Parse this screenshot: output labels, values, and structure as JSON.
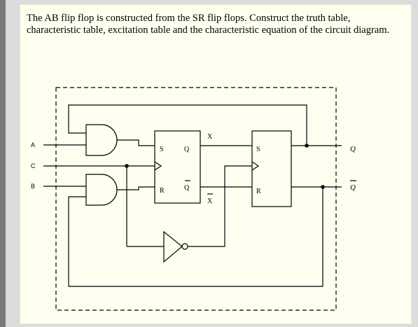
{
  "question": {
    "text": "The AB flip flop is constructed from the SR flip flops. Construct the truth table, characteristic table, excitation table and the characteristic equation of the circuit diagram."
  },
  "circuit": {
    "inputs": {
      "a": "A",
      "c": "C",
      "b": "B"
    },
    "ff1": {
      "s": "S",
      "r": "R",
      "q": "Q",
      "qbar": "Q"
    },
    "ff2": {
      "s": "S",
      "r": "R"
    },
    "signals": {
      "x": "X",
      "xbar": "X"
    },
    "outputs": {
      "q": "Q",
      "qbar": "Q"
    }
  }
}
